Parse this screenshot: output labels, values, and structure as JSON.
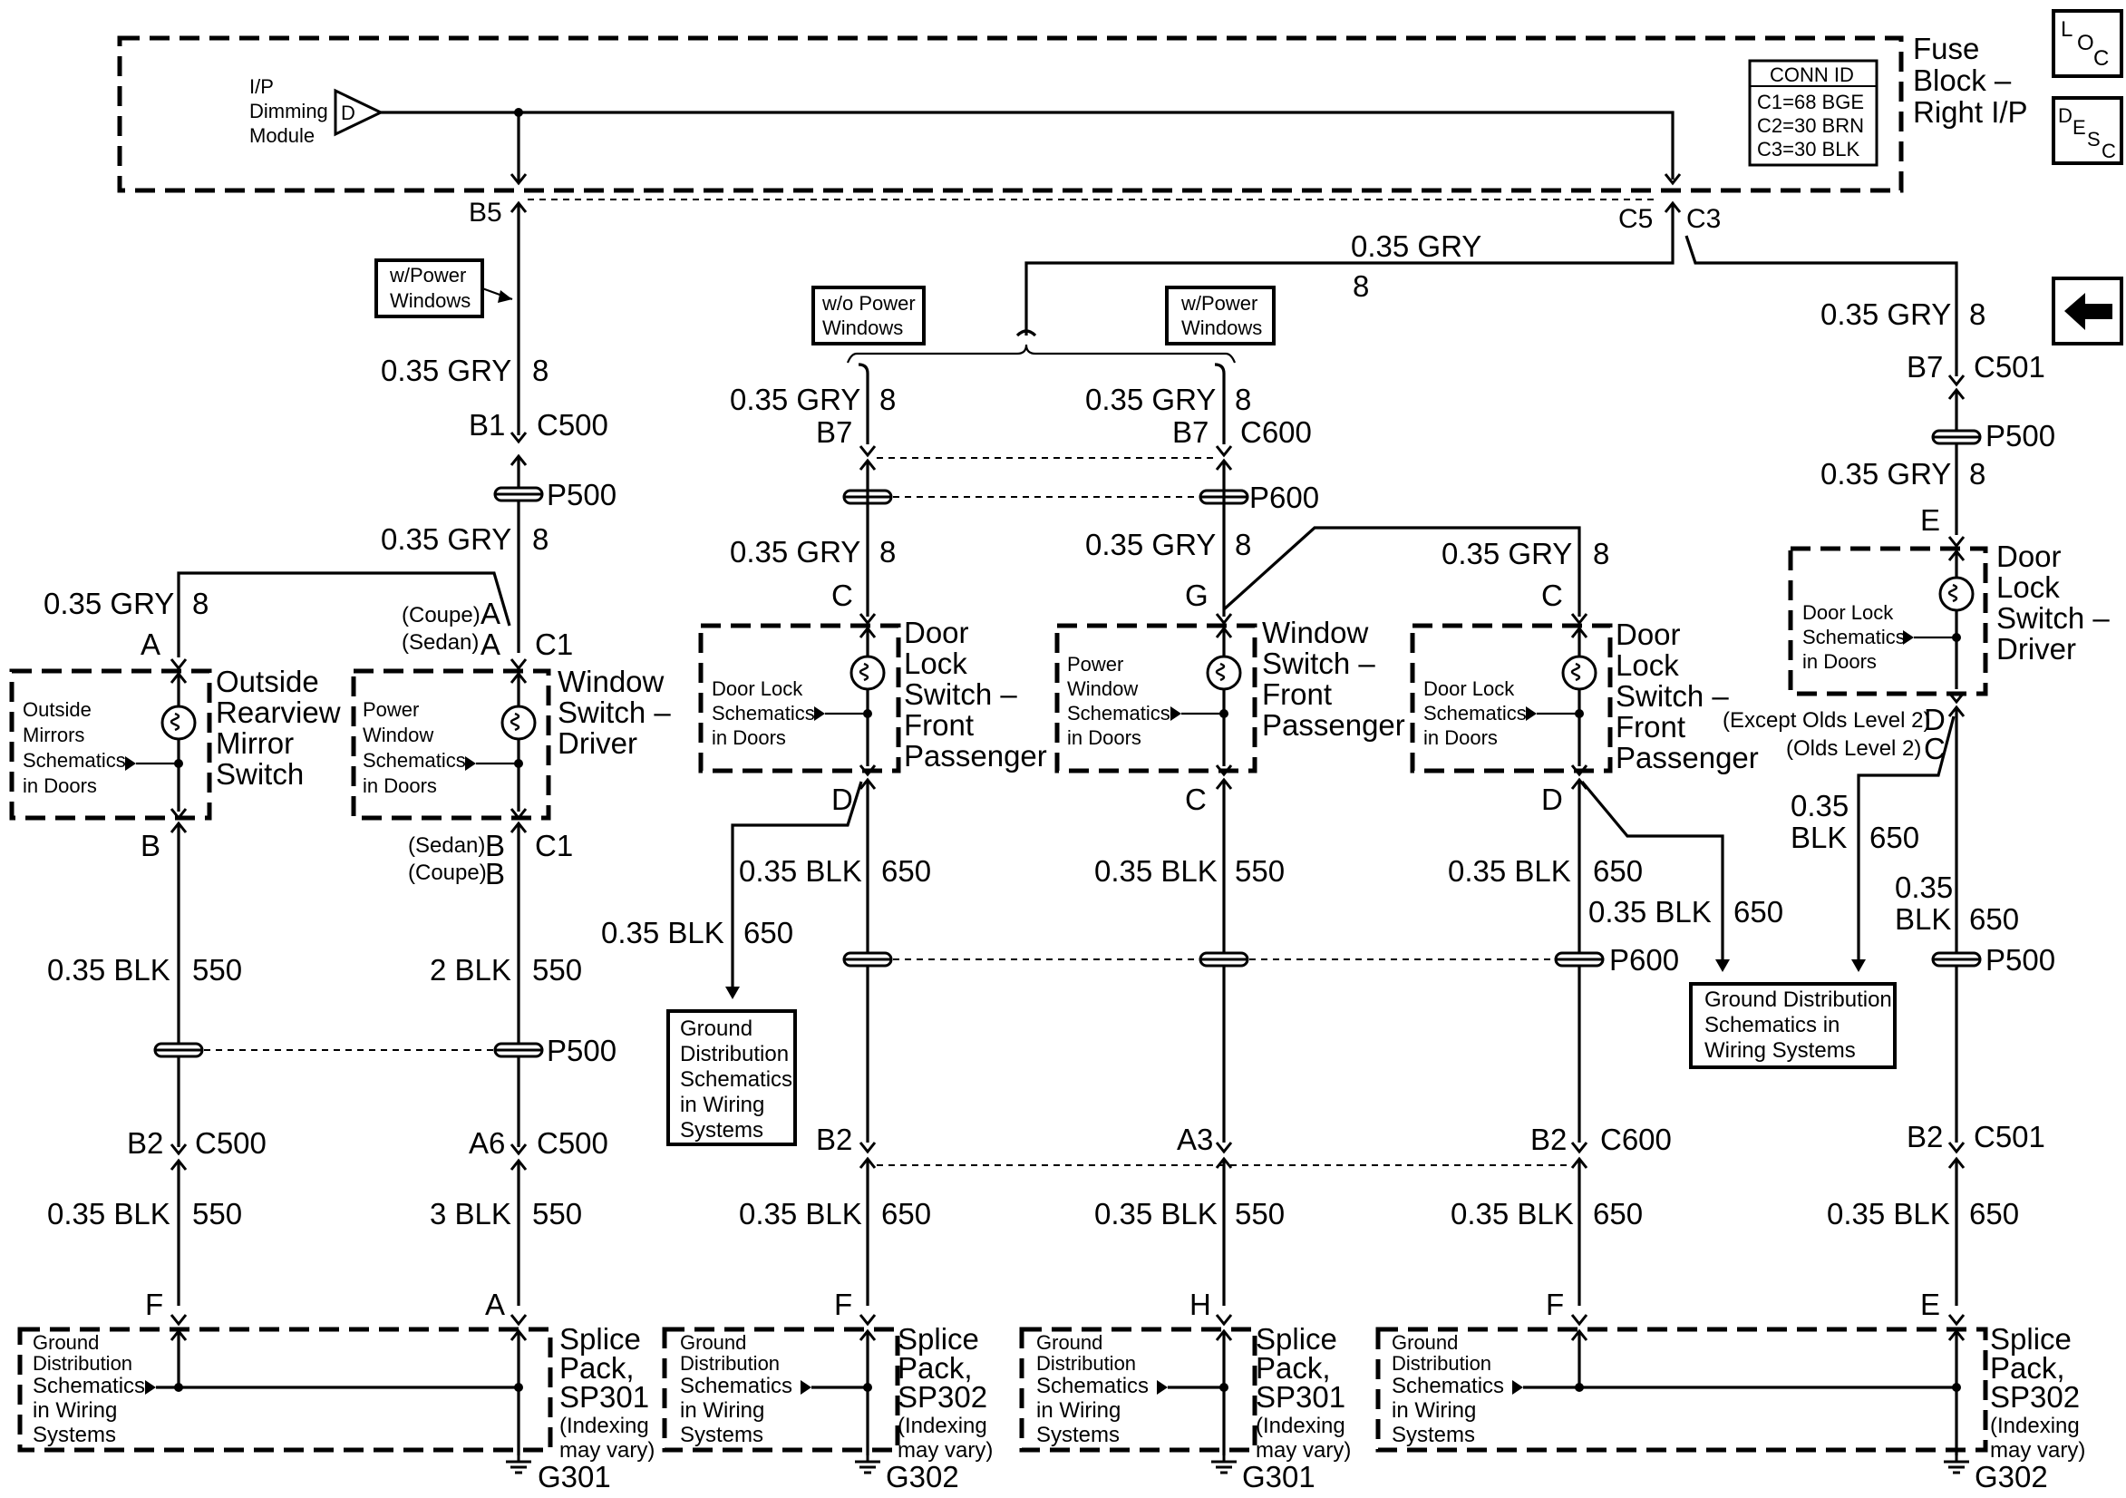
{
  "module": {
    "line1": "I/P",
    "line2": "Dimming",
    "line3": "Module",
    "pin": "D"
  },
  "fuse_block": {
    "line1": "Fuse",
    "line2": "Block –",
    "line3": "Right I/P"
  },
  "conn_id": {
    "title": "CONN ID",
    "c1": "C1=68 BGE",
    "c2": "C2=30 BRN",
    "c3": "C3=30 BLK"
  },
  "nav_icons": {
    "loc": "LOC",
    "desc": "DESC",
    "back": "back-arrow-icon"
  },
  "pins": {
    "b5": "B5",
    "c5": "C5",
    "c3": "C3"
  },
  "opt": {
    "wpw": [
      "w/Power",
      "Windows"
    ],
    "wopw": [
      "w/o Power",
      "Windows"
    ],
    "wpw2": [
      "w/Power",
      "Windows"
    ]
  },
  "wire_gry": "0.35 GRY",
  "circ8": "8",
  "wire_blk": "0.35 BLK",
  "c550": "550",
  "c650": "650",
  "w2blk": "2 BLK",
  "w3blk": "3 BLK",
  "w035": "0.35",
  "wblk": "BLK",
  "conns": {
    "c500": "C500",
    "c501": "C501",
    "c600": "C600",
    "c1": "C1",
    "p500": "P500",
    "p600": "P600"
  },
  "pinlbl": {
    "A": "A",
    "B": "B",
    "B1": "B1",
    "B2": "B2",
    "B7": "B7",
    "A3": "A3",
    "A6": "A6",
    "C": "C",
    "D": "D",
    "E": "E",
    "F": "F",
    "G": "G",
    "H": "H"
  },
  "variants": {
    "coupe": "(Coupe)",
    "sedan": "(Sedan)",
    "except": "(Except Olds Level 2)",
    "olds": "(Olds Level 2)"
  },
  "components": {
    "outside_mirror": [
      "Outside",
      "Rearview",
      "Mirror",
      "Switch"
    ],
    "window_driver": [
      "Window",
      "Switch –",
      "Driver"
    ],
    "doorlock_fp": [
      "Door",
      "Lock",
      "Switch –",
      "Front",
      "Passenger"
    ],
    "window_fp": [
      "Window",
      "Switch –",
      "Front",
      "Passenger"
    ],
    "doorlock_driver": [
      "Door",
      "Lock",
      "Switch –",
      "Driver"
    ]
  },
  "inner": {
    "outside_mirrors": [
      "Outside",
      "Mirrors",
      "Schematics",
      "in Doors"
    ],
    "power_window": [
      "Power",
      "Window",
      "Schematics",
      "in Doors"
    ],
    "door_lock": [
      "Door Lock",
      "Schematics",
      "in Doors"
    ]
  },
  "ground_ref": [
    "Ground",
    "Distribution",
    "Schematics",
    "in Wiring",
    "Systems"
  ],
  "ground_ref2": [
    "Ground Distribution",
    "Schematics in",
    "Wiring Systems"
  ],
  "splice": {
    "sp301": [
      "Splice",
      "Pack,",
      "SP301"
    ],
    "sp302": [
      "Splice",
      "Pack,",
      "SP302"
    ],
    "idx": [
      "(Indexing",
      "may vary)"
    ]
  },
  "grounds": {
    "g301": "G301",
    "g302": "G302"
  }
}
